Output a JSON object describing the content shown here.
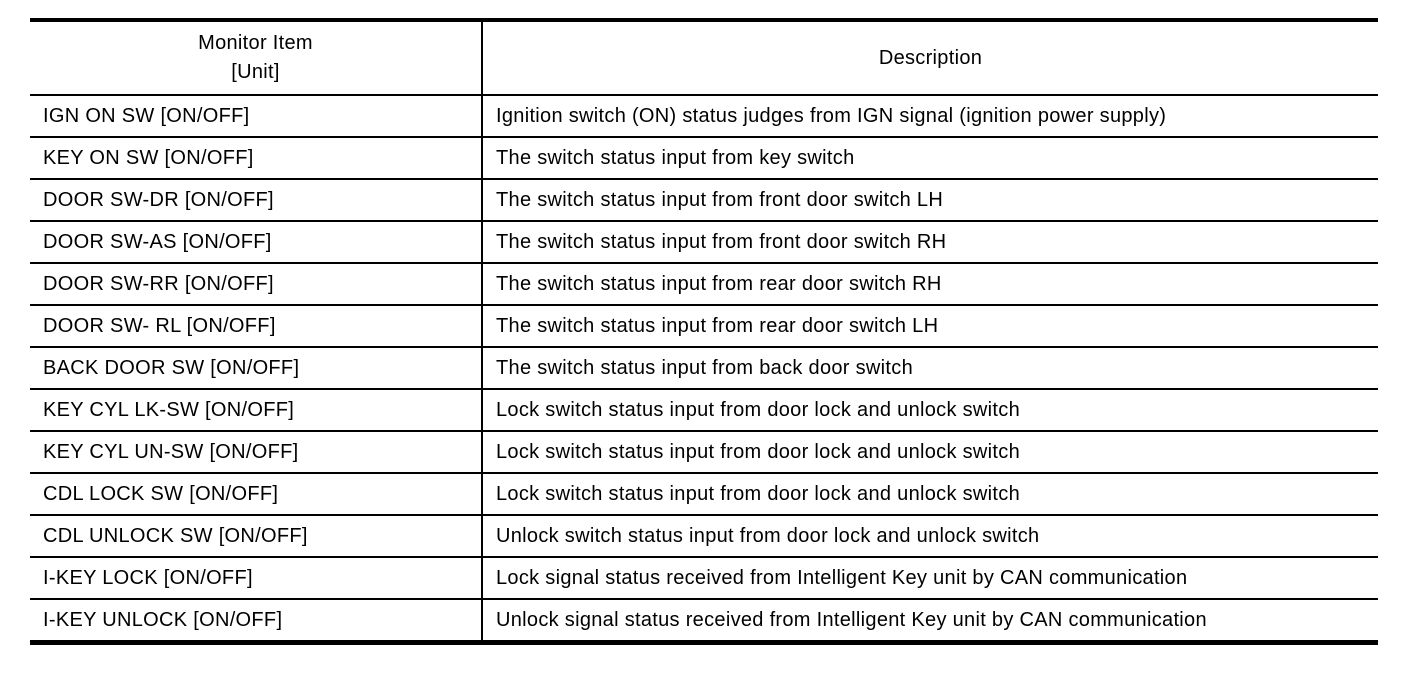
{
  "table": {
    "header": {
      "monitor_item_line1": "Monitor Item",
      "monitor_item_line2": "[Unit]",
      "description": "Description"
    },
    "rows": [
      {
        "item": "IGN ON SW [ON/OFF]",
        "description": "Ignition switch (ON) status judges from IGN signal (ignition power supply)"
      },
      {
        "item": "KEY ON SW [ON/OFF]",
        "description": "The switch status input from key switch"
      },
      {
        "item": "DOOR SW-DR [ON/OFF]",
        "description": "The switch status input from front door switch LH"
      },
      {
        "item": "DOOR SW-AS [ON/OFF]",
        "description": "The switch status input from front door switch RH"
      },
      {
        "item": "DOOR SW-RR [ON/OFF]",
        "description": "The switch status input from rear door switch RH"
      },
      {
        "item": "DOOR SW- RL [ON/OFF]",
        "description": "The switch status input from rear door switch LH"
      },
      {
        "item": "BACK DOOR SW [ON/OFF]",
        "description": "The switch status input from back door switch"
      },
      {
        "item": "KEY CYL LK-SW [ON/OFF]",
        "description": "Lock switch status input from door lock and unlock switch"
      },
      {
        "item": "KEY CYL UN-SW [ON/OFF]",
        "description": "Lock switch status input from door lock and unlock switch"
      },
      {
        "item": "CDL LOCK SW [ON/OFF]",
        "description": "Lock switch status input from door lock and unlock switch"
      },
      {
        "item": "CDL UNLOCK SW [ON/OFF]",
        "description": "Unlock switch status input from door lock and unlock switch"
      },
      {
        "item": "I-KEY LOCK [ON/OFF]",
        "description": "Lock signal status received from Intelligent Key unit by CAN communication"
      },
      {
        "item": "I-KEY UNLOCK [ON/OFF]",
        "description": "Unlock signal status received from Intelligent Key unit by CAN communication"
      }
    ],
    "colors": {
      "border": "#000000",
      "text": "#000000",
      "background": "#ffffff"
    }
  }
}
